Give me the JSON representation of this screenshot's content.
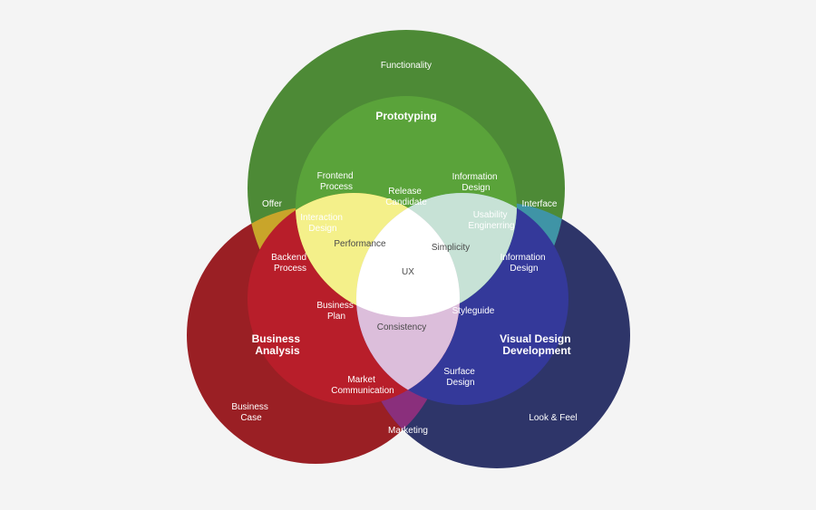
{
  "colors": {
    "background": "#f4f4f4",
    "green": "#4d8a36",
    "green_light": "#5aa33a",
    "red": "#9a1f24",
    "red_light": "#b01e2a",
    "navy": "#2e3569",
    "navy_light": "#2e3a85",
    "center": "#ffffff"
  },
  "labels": {
    "functionality": "Functionality",
    "prototyping": "Prototyping",
    "frontend_process": [
      "Frontend",
      "Process"
    ],
    "information_design_top": [
      "Information",
      "Design"
    ],
    "offer": "Offer",
    "interface": "Interface",
    "release_candidate": [
      "Release",
      "Candidate"
    ],
    "interaction_design": [
      "Interaction",
      "Design"
    ],
    "usability_engineering": [
      "Usability",
      "Enginerring"
    ],
    "performance": "Performance",
    "simplicity": "Simplicity",
    "backend_process": [
      "Backend",
      "Process"
    ],
    "information_design_right": [
      "Information",
      "Design"
    ],
    "ux": "UX",
    "business_plan": [
      "Business",
      "Plan"
    ],
    "styleguide": "Styleguide",
    "consistency": "Consistency",
    "business_analysis": [
      "Business",
      "Analysis"
    ],
    "visual_design_development": [
      "Visual Design",
      "Development"
    ],
    "market_communication": [
      "Market",
      "Communication"
    ],
    "surface_design": [
      "Surface",
      "Design"
    ],
    "business_case": [
      "Business",
      "Case"
    ],
    "look_feel": "Look & Feel",
    "marketing": "Marketing"
  }
}
